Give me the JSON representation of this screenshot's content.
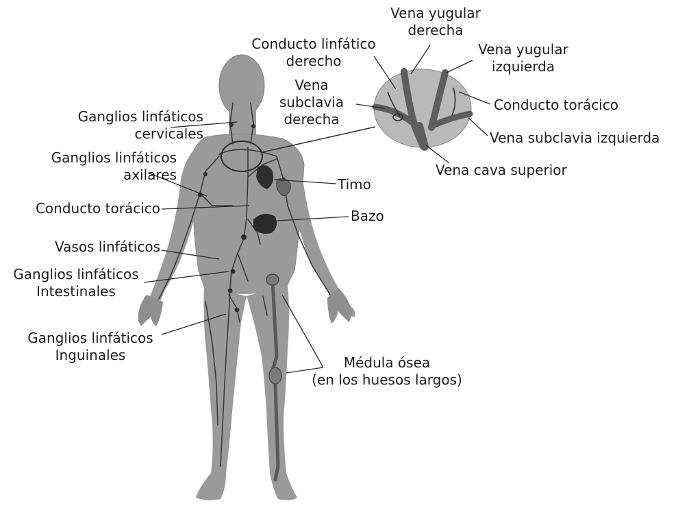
{
  "labels": {
    "cervical_nodes": [
      "Ganglios linfáticos",
      "cervicales"
    ],
    "axillary_nodes": [
      "Ganglios linfáticos",
      "axilares"
    ],
    "thoracic_duct_left": "Conducto torácico",
    "lymph_vessels": "Vasos linfáticos",
    "intestinal_nodes": [
      "Ganglios linfáticos",
      "Intestinales"
    ],
    "inguinal_nodes": [
      "Ganglios linfáticos",
      "Inguinales"
    ],
    "right_lymphatic_duct": [
      "Conducto linfático",
      "derecho"
    ],
    "right_subclavian_vein": [
      "Vena",
      "subclavia",
      "derecha"
    ],
    "right_jugular_vein": [
      "Vena yugular",
      "derecha"
    ],
    "left_jugular_vein": [
      "Vena yugular",
      "izquierda"
    ],
    "thoracic_duct_right": "Conducto torácico",
    "left_subclavian_vein": "Vena subclavia izquierda",
    "superior_vena_cava": "Vena cava superior",
    "thymus": "Timo",
    "spleen": "Bazo",
    "bone_marrow": [
      "Médula ósea",
      "(en los huesos largos)"
    ]
  },
  "colors": {
    "text": "#1c1c1c",
    "body": "#9a9a9a",
    "body_outline": "#6e6e6e",
    "vessels": "#3a3a3a",
    "organs": "#2e2e2e",
    "inset_bg": "#b9b9b9",
    "inset_vessels": "#6a6a6a"
  }
}
